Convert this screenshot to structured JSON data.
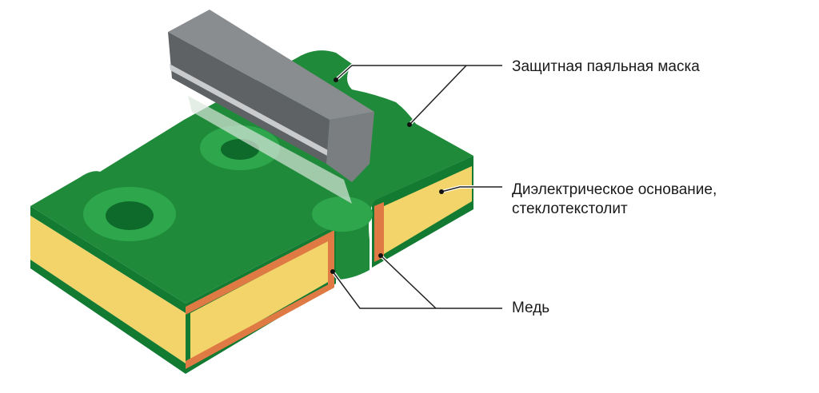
{
  "labels": {
    "solder_mask": "Защитная паяльная маска",
    "dielectric_line1": "Диэлектрическое основание,",
    "dielectric_line2": "стеклотекстолит",
    "copper": "Медь"
  },
  "colors": {
    "mask_green": "#1f8a3a",
    "mask_dark": "#0d6a2a",
    "dielectric": "#f3d46a",
    "copper": "#e07a45",
    "blade": "#6f7275"
  }
}
